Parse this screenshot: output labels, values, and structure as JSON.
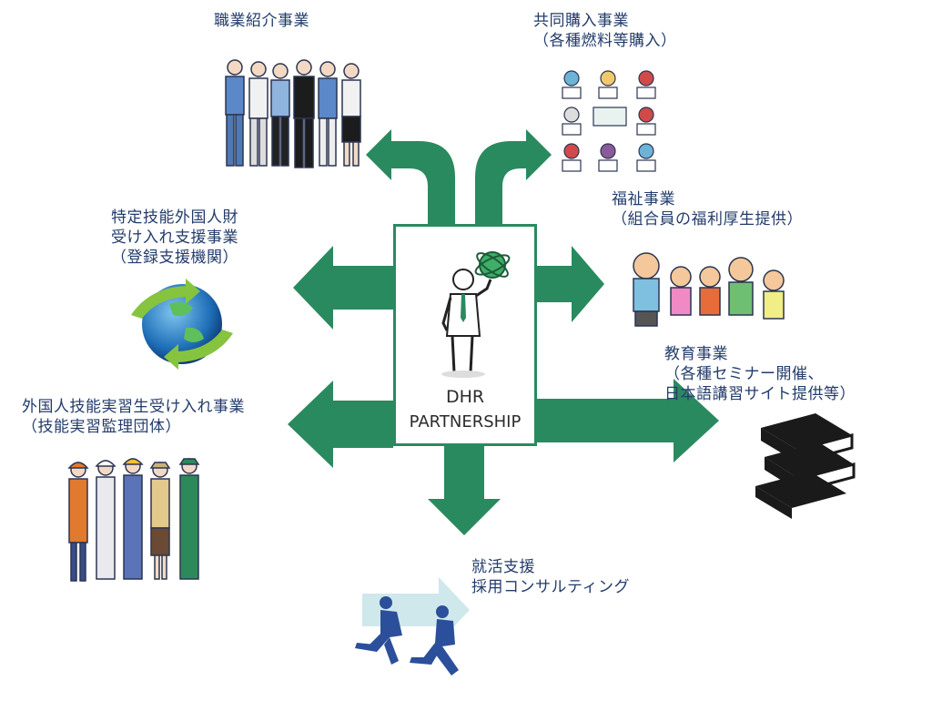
{
  "center": {
    "line1": "DHR",
    "line2": "PARTNERSHIP"
  },
  "services": [
    {
      "key": "job_placement",
      "label": "職業紹介事業"
    },
    {
      "key": "group_purchase",
      "label": "共同購入事業\n（各種燃料等購入）"
    },
    {
      "key": "welfare",
      "label": "福祉事業\n（組合員の福利厚生提供）"
    },
    {
      "key": "specified_skilled",
      "label": "特定技能外国人財\n受け入れ支援事業\n（登録支援機関）"
    },
    {
      "key": "education",
      "label": "教育事業\n（各種セミナー開催、\n日本語講習サイト提供等）"
    },
    {
      "key": "technical_intern",
      "label": "外国人技能実習生受け入れ事業\n（技能実習監理団体）"
    },
    {
      "key": "employment_support",
      "label": "就活支援\n採用コンサルティング"
    }
  ],
  "colors": {
    "arrow": "#2a8a5f",
    "text": "#233c6b",
    "border": "#2a8a5f"
  }
}
